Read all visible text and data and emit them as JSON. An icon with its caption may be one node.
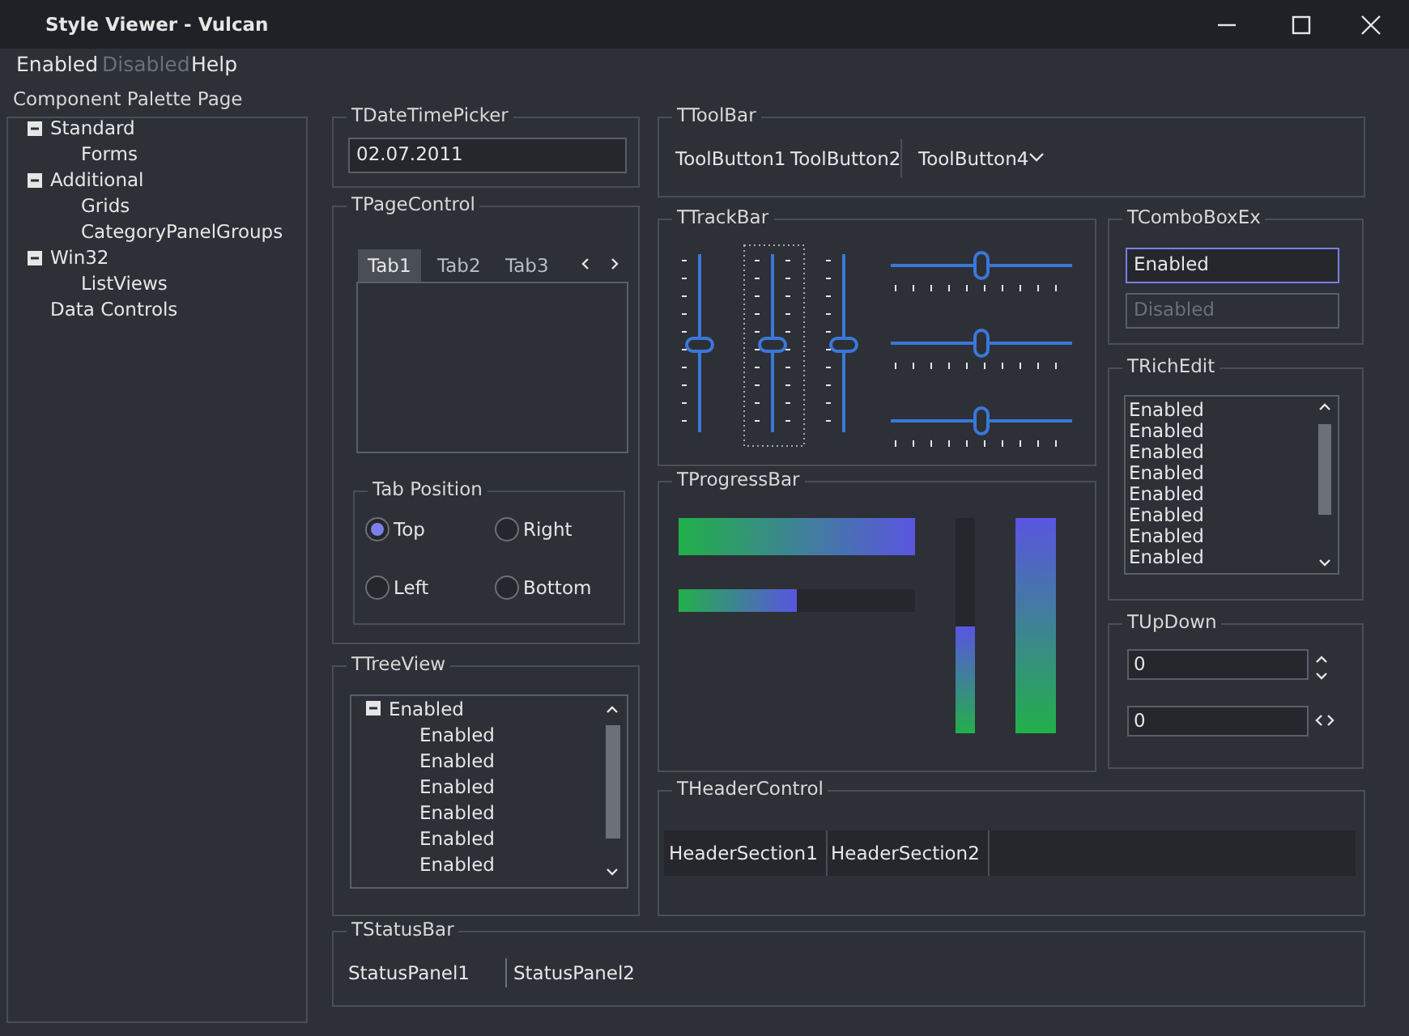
{
  "diagram": {
    "title": "Style Viewer - Vulcan",
    "nodes": [
      {
        "text": [
          "Component Palette Page"
        ]
      },
      {
        "text": [
          "TDateTimePicker"
        ]
      },
      {
        "text": [
          "TToolBar"
        ]
      },
      {
        "text": [
          "TPageControl"
        ]
      },
      {
        "text": [
          "Tab Position"
        ],
        "in": 3
      },
      {
        "text": [
          "TTrackBar"
        ]
      },
      {
        "text": [
          "TComboBoxEx"
        ]
      },
      {
        "text": [
          "TRichEdit"
        ]
      },
      {
        "text": [
          "TProgressBar"
        ]
      },
      {
        "text": [
          "TUpDown"
        ]
      },
      {
        "text": [
          "TTreeView"
        ]
      },
      {
        "text": [
          "THeaderControl"
        ]
      },
      {
        "text": [
          "TStatusBar"
        ]
      }
    ],
    "labels": [
      "Enabled",
      "Disabled",
      "Help",
      "Standard",
      "Forms",
      "Additional",
      "Grids",
      "CategoryPanelGroups",
      "Win32",
      "ListViews",
      "Data Controls",
      "02.07.2011",
      "ToolButton1",
      "ToolButton2",
      "ToolButton4",
      "Tab1",
      "Tab2",
      "Tab3",
      "Enabled",
      "Disabled",
      "Top",
      "Right",
      "Left",
      "Bottom",
      "Enabled",
      "Enabled",
      "Enabled",
      "Enabled",
      "Enabled",
      "Enabled",
      "Enabled",
      "Enabled",
      "0",
      "0",
      "Enabled",
      "Enabled",
      "Enabled",
      "Enabled",
      "Enabled",
      "Enabled",
      "Enabled",
      "HeaderSection1",
      "HeaderSection2",
      "StatusPanel1",
      "StatusPanel2"
    ]
  }
}
